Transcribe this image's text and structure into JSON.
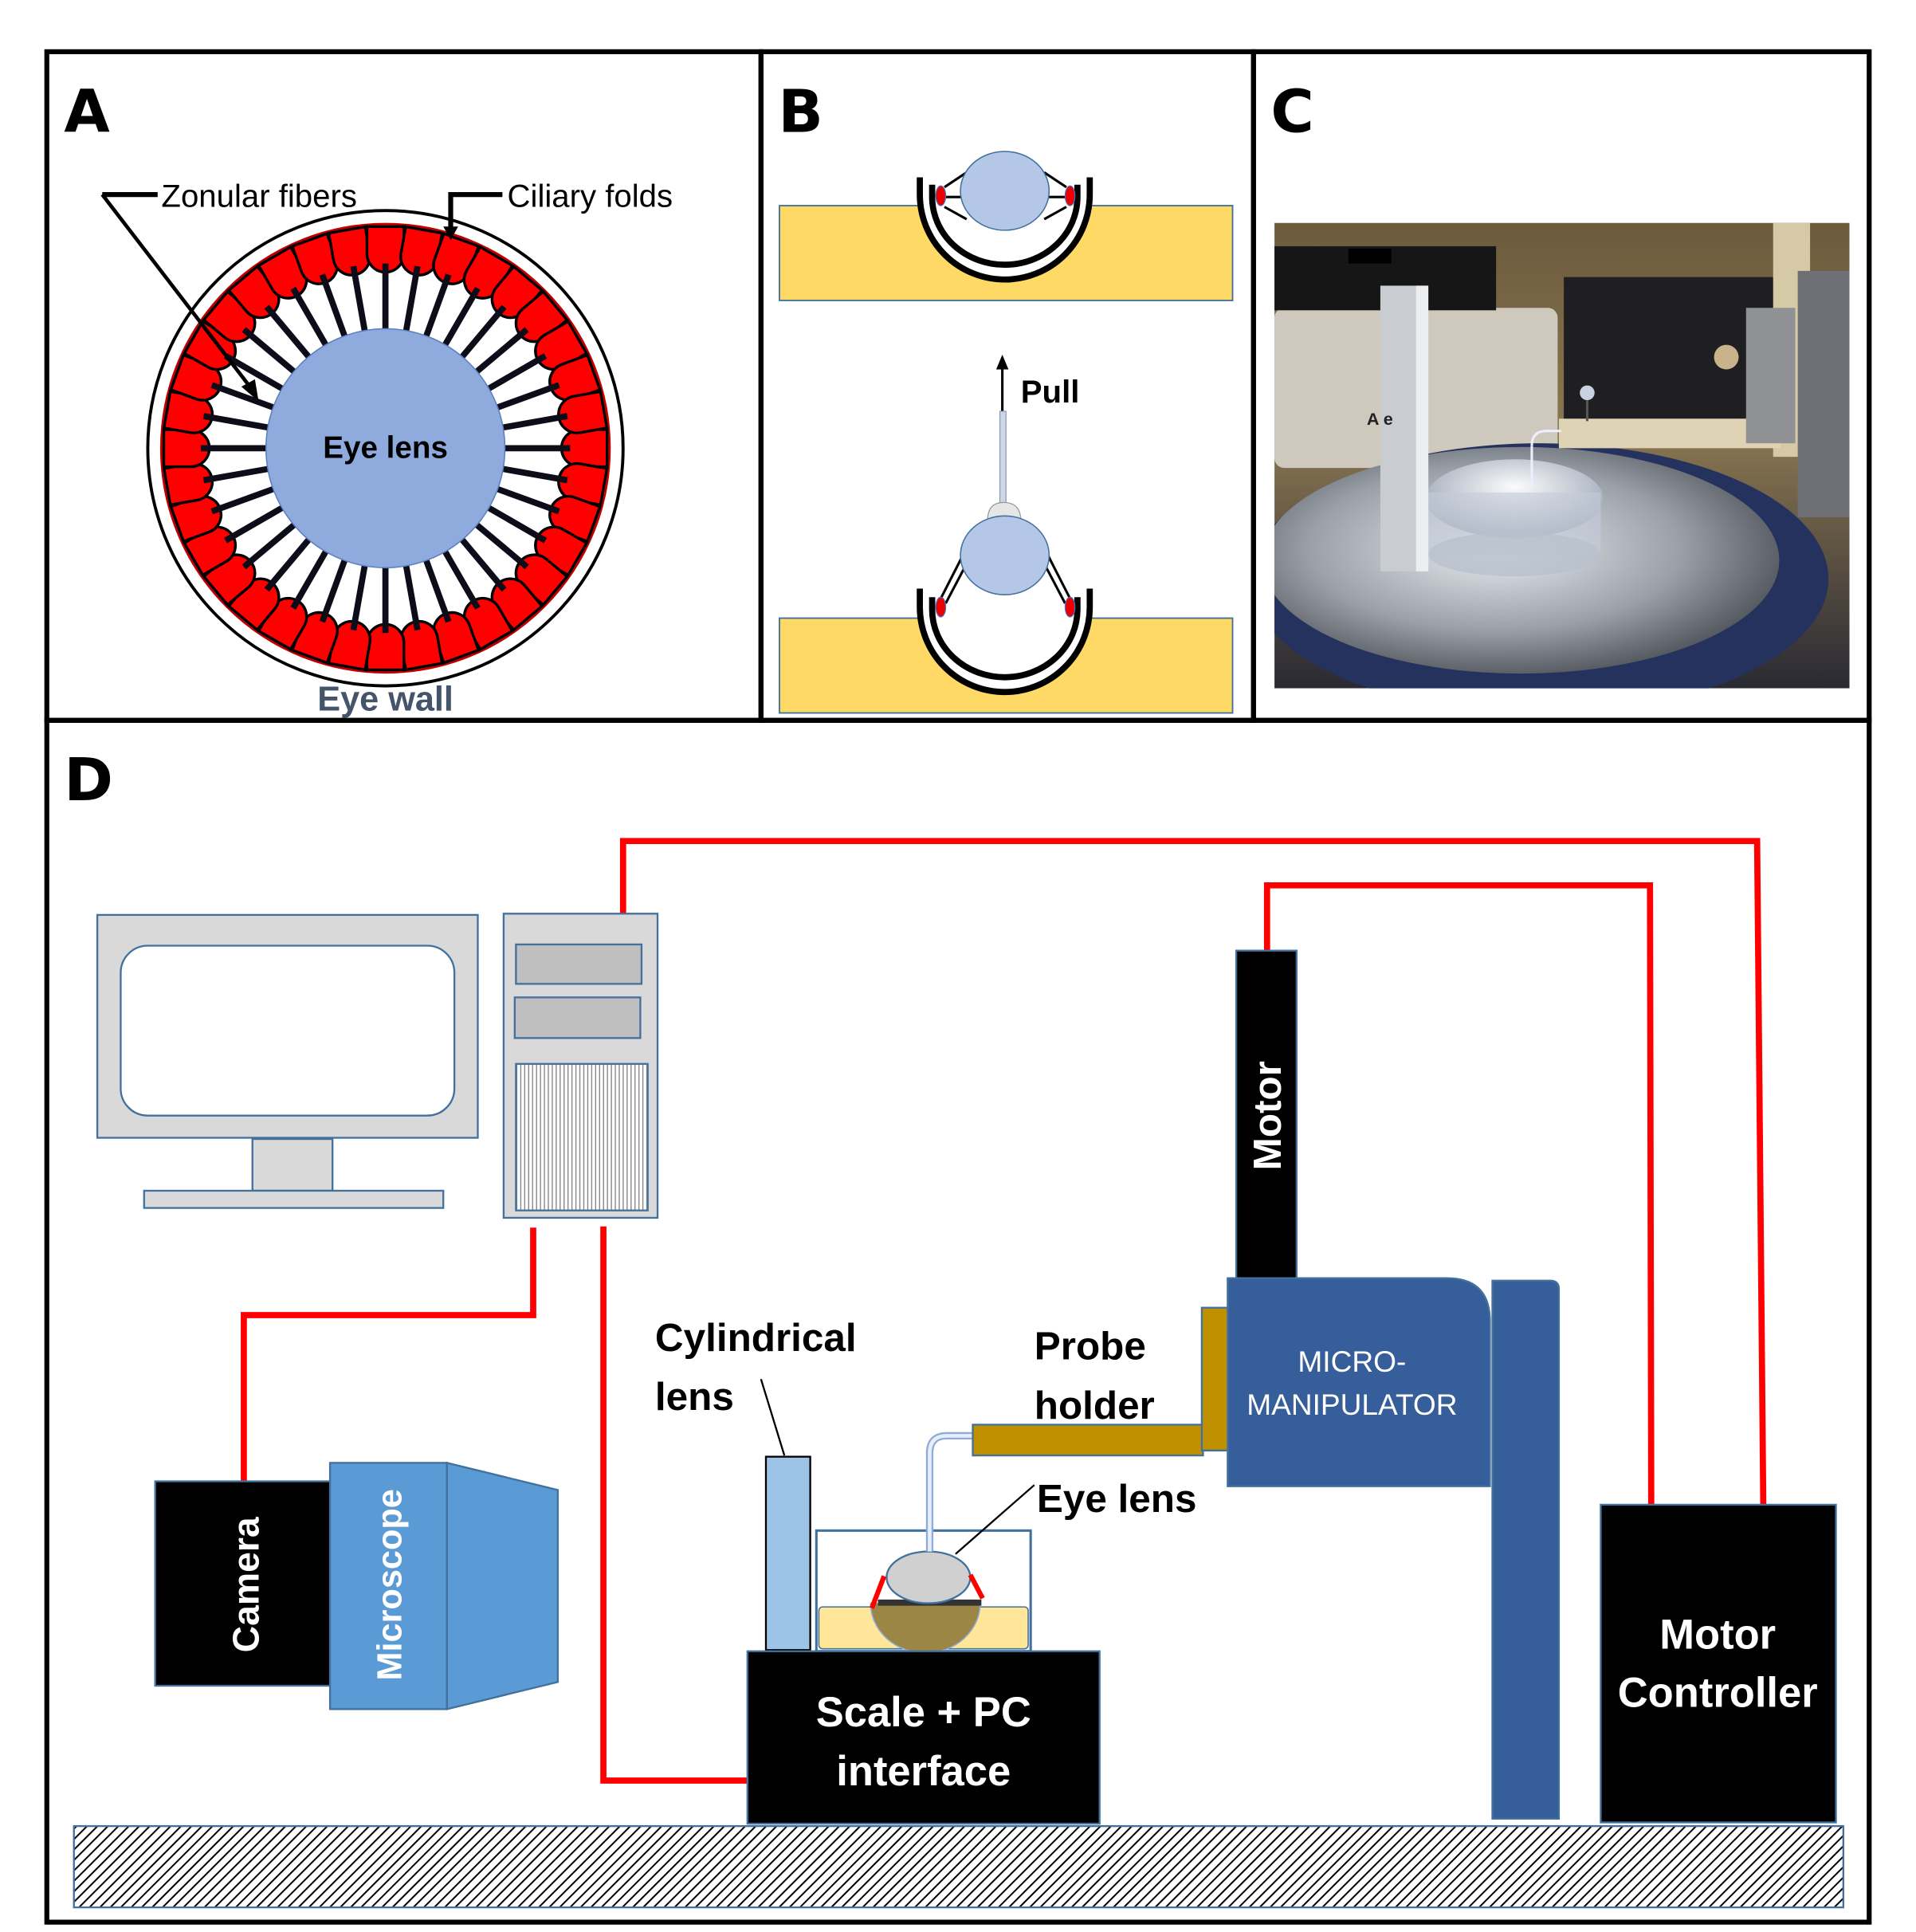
{
  "panels": {
    "A": {
      "label": "A",
      "annotations": {
        "zonular_fibers": "Zonular fibers",
        "ciliary_folds": "Ciliary folds",
        "eye_lens": "Eye lens",
        "eye_wall": "Eye wall"
      }
    },
    "B": {
      "label": "B",
      "annotations": {
        "pull": "Pull"
      }
    },
    "C": {
      "label": "C",
      "photo_description": "Photograph of experimental setup: petri dish on scale pan with probe holder and cylindrical lens"
    },
    "D": {
      "label": "D",
      "components": {
        "camera": "Camera",
        "microscope": "Microscope",
        "cylindrical_lens_line1": "Cylindrical",
        "cylindrical_lens_line2": "lens",
        "probe_holder_line1": "Probe",
        "probe_holder_line2": "holder",
        "eye_lens": "Eye lens",
        "motor": "Motor",
        "micromanipulator_line1": "MICRO-",
        "micromanipulator_line2": "MANIPULATOR",
        "scale_line1": "Scale + PC",
        "scale_line2": "interface",
        "motor_controller_line1": "Motor",
        "motor_controller_line2": "Controller"
      }
    }
  },
  "colors": {
    "ciliary_red": "#ff0000",
    "lens_blue": "#8faadc",
    "lens_blue_light": "#b4c7e7",
    "gel_yellow": "#ffd966",
    "micromanipulator_blue": "#355e9b",
    "microscope_blue": "#5b9bd5",
    "probe_gold": "#bf9000",
    "computer_grey": "#d9d9d9",
    "cable_red": "#ff0000",
    "outline_blue": "#41719c"
  }
}
